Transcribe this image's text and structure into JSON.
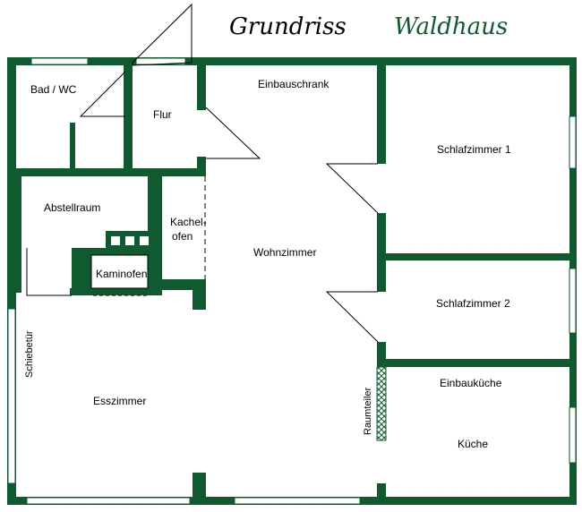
{
  "title": {
    "part1": "Grundriss",
    "part2": "Waldhaus"
  },
  "colors": {
    "wall": "#0f5a2e",
    "text": "#000000",
    "background": "#ffffff"
  },
  "rooms": {
    "bad_wc": "Bad / WC",
    "flur": "Flur",
    "einbauschrank": "Einbauschrank",
    "schlafzimmer1": "Schlafzimmer 1",
    "abstellraum": "Abstellraum",
    "kachelofen_line1": "Kachel-",
    "kachelofen_line2": "ofen",
    "wohnzimmer": "Wohnzimmer",
    "kaminofen": "Kaminofen",
    "schlafzimmer2": "Schlafzimmer 2",
    "schiebetuer": "Schiebetür",
    "esszimmer": "Esszimmer",
    "raumteiler": "Raumteiler",
    "einbaukueche": "Einbauküche",
    "kueche": "Küche"
  }
}
